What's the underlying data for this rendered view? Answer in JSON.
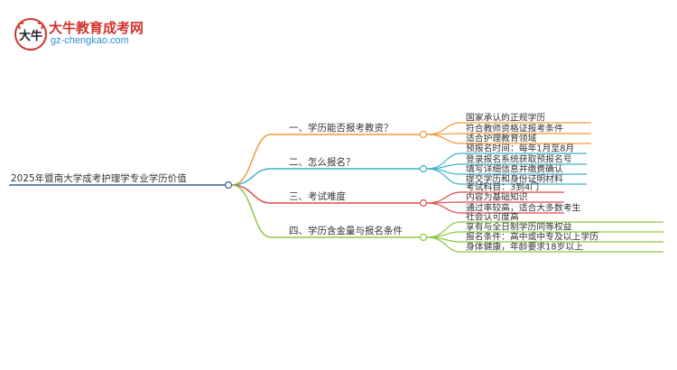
{
  "logo": {
    "title": "大牛教育成考网",
    "url": "gz-chengkao.com",
    "mark_text": "大牛"
  },
  "colors": {
    "root": "#3a5f8f",
    "branch1": "#f29a3a",
    "branch2": "#3bb3c9",
    "branch3": "#e24a4a",
    "branch4": "#8dc63f",
    "line": "#999999"
  },
  "root": {
    "label": "2025年暨南大学成考护理学专业学历价值"
  },
  "branches": [
    {
      "label": "一、学历能否报考教资？",
      "children": [
        "国家承认的正规学历",
        "符合教师资格证报考条件",
        "适合护理教育领域"
      ]
    },
    {
      "label": "二、怎么报名？",
      "children": [
        "预报名时间：每年1月至8月",
        "登录报名系统获取预报名号",
        "填写详细信息并缴费确认",
        "提交学历和身份证明材料"
      ]
    },
    {
      "label": "三、考试难度",
      "children": [
        "考试科目：3到4门",
        "内容为基础知识",
        "通过率较高，适合大多数考生"
      ]
    },
    {
      "label": "四、学历含金量与报名条件",
      "children": [
        "社会认可度高",
        "享有与全日制学历同等权益",
        "报名条件：高中或中专及以上学历",
        "身体健康，年龄要求18岁以上"
      ]
    }
  ]
}
